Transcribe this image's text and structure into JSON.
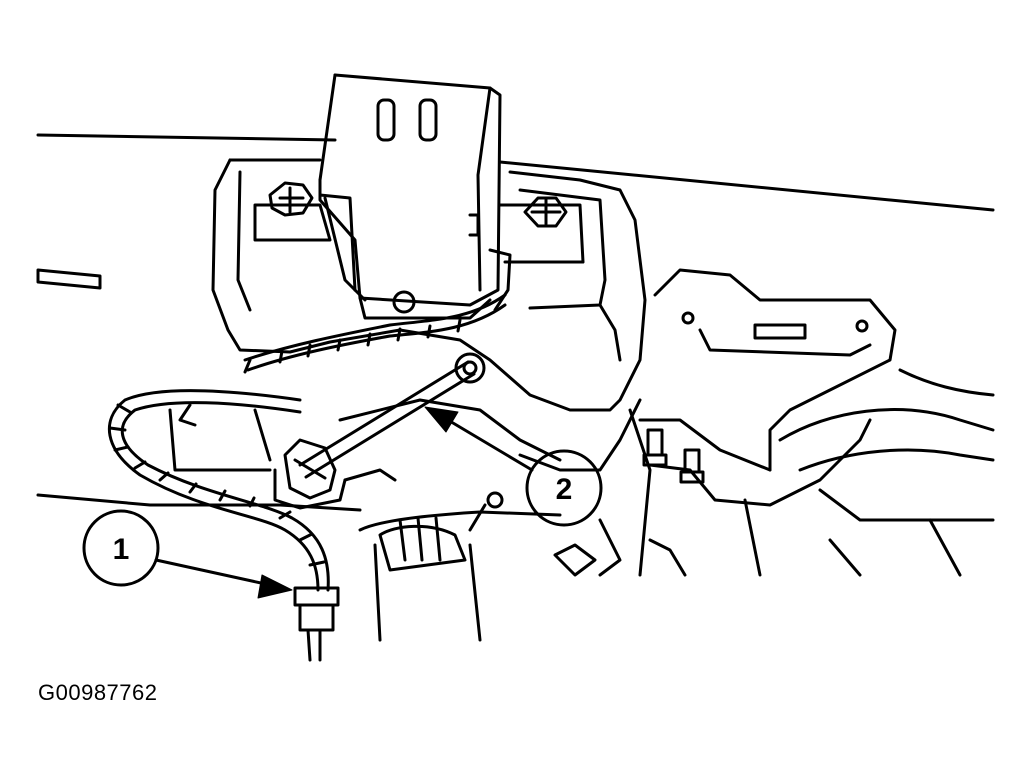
{
  "callouts": [
    {
      "label": "1"
    },
    {
      "label": "2"
    }
  ],
  "figure_id": "G00987762",
  "colors": {
    "line": "#000000",
    "background": "#ffffff"
  }
}
